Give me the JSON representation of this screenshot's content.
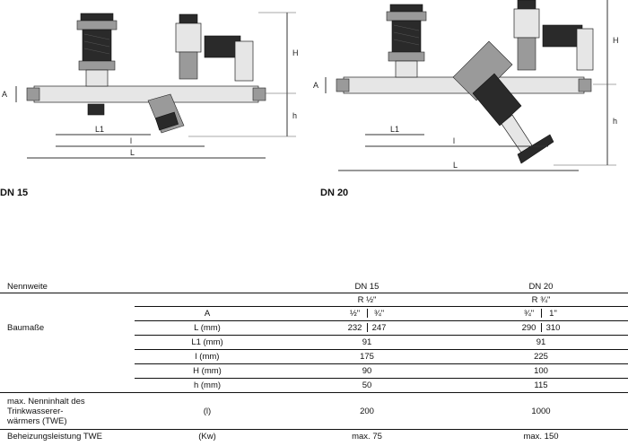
{
  "drawings": {
    "dn15": {
      "caption": "DN 15",
      "dims": {
        "A": "A",
        "L1": "L1",
        "l": "l",
        "L": "L",
        "H": "H",
        "h": "h"
      }
    },
    "dn20": {
      "caption": "DN 20",
      "dims": {
        "A": "A",
        "L1": "L1",
        "l": "l",
        "L": "L",
        "H": "H",
        "h": "h"
      }
    }
  },
  "table": {
    "col_header": "Nennweite",
    "dn15": "DN 15",
    "dn20": "DN 20",
    "r15": "R ½\"",
    "r20": "R ¾\"",
    "a_label": "A",
    "a15": [
      "½\"",
      "¾\""
    ],
    "a20": [
      "¾\"",
      "1\""
    ],
    "baumasse": "Baumaße",
    "rows": [
      {
        "unit": "L (mm)",
        "v15a": "232",
        "v15b": "247",
        "v20a": "290",
        "v20b": "310"
      },
      {
        "unit": "L1 (mm)",
        "v15": "91",
        "v20": "91"
      },
      {
        "unit": "l (mm)",
        "v15": "175",
        "v20": "225"
      },
      {
        "unit": "H (mm)",
        "v15": "90",
        "v20": "100"
      },
      {
        "unit": "h (mm)",
        "v15": "50",
        "v20": "115"
      }
    ],
    "volume": {
      "label_1": "max. Nenninhalt des",
      "label_2": "Trinkwasserer-",
      "label_3": "wärmers (TWE)",
      "unit": "(l)",
      "v15": "200",
      "v20": "1000"
    },
    "heating": {
      "label": "Beheizungsleistung TWE",
      "unit": "(Kw)",
      "v15": "max. 75",
      "v20": "max. 150"
    }
  }
}
